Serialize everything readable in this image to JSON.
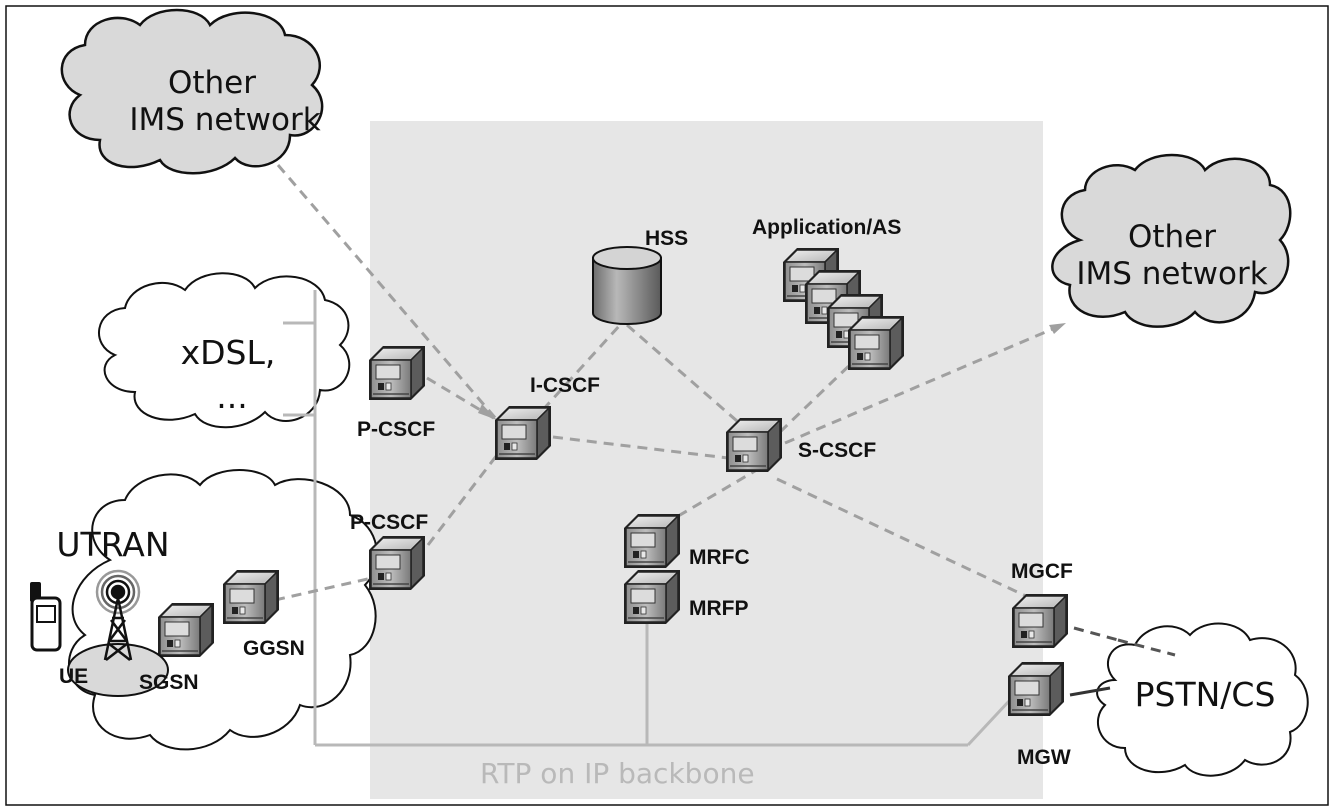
{
  "diagram": {
    "clouds": {
      "other_ims_top_left": [
        "Other",
        "IMS network"
      ],
      "other_ims_right": [
        "Other",
        "IMS network"
      ],
      "xdsl": [
        "xDSL,",
        "..."
      ],
      "utran": "UTRAN",
      "pstn": "PSTN/CS"
    },
    "nodes": {
      "hss": "HSS",
      "application_as": "Application/AS",
      "i_cscf": "I-CSCF",
      "s_cscf": "S-CSCF",
      "p_cscf_upper": "P-CSCF",
      "p_cscf_lower": "P-CSCF",
      "mrfc": "MRFC",
      "mrfp": "MRFP",
      "mgcf": "MGCF",
      "mgw": "MGW",
      "ggsn": "GGSN",
      "sgsn": "SGSN",
      "ue": "UE"
    },
    "backbone_label": "RTP on IP backbone",
    "colors": {
      "ims_core_area": "#e6e6e6",
      "cloud_fill": "#d9d9d9",
      "dashed_link": "#a0a0a0",
      "backbone_line": "#b8b8b8"
    }
  }
}
